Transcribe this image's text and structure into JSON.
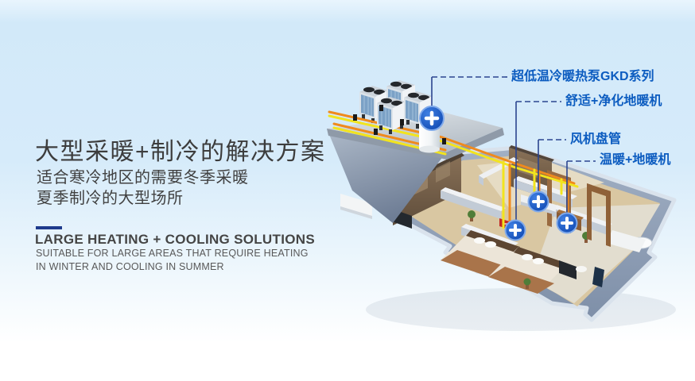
{
  "hero": {
    "title_cn": "大型采暖+制冷的解决方案",
    "subtitle_cn_1": "适合寒冷地区的需要冬季采暖",
    "subtitle_cn_2": "夏季制冷的大型场所",
    "heading_en": "LARGE HEATING + COOLING SOLUTIONS",
    "subheading_en_1": "SUITABLE FOR LARGE AREAS THAT REQUIRE HEATING",
    "subheading_en_2": "IN WINTER AND COOLING IN SUMMER"
  },
  "callouts": [
    {
      "label": "超低温冷暖热泵GKD系列",
      "target": "rooftop-heat-pump-units"
    },
    {
      "label": "舒适+净化地暖机",
      "target": "floor-heating-unit"
    },
    {
      "label": "风机盘管",
      "target": "fan-coil-unit"
    },
    {
      "label": "温暖+地暖机",
      "target": "warm-floor-heater"
    }
  ],
  "colors": {
    "accent_bar_navy": "#1e3a8c",
    "label_blue": "#0c5cc0",
    "callout_line_navy": "#2b448f",
    "marker_blue": "#1356c2",
    "pipe_yellow": "#f2e41e",
    "pipe_orange": "#f08a1d",
    "background_top_blue": "#d2e9f9",
    "title_gray": "#3d3d3d"
  }
}
